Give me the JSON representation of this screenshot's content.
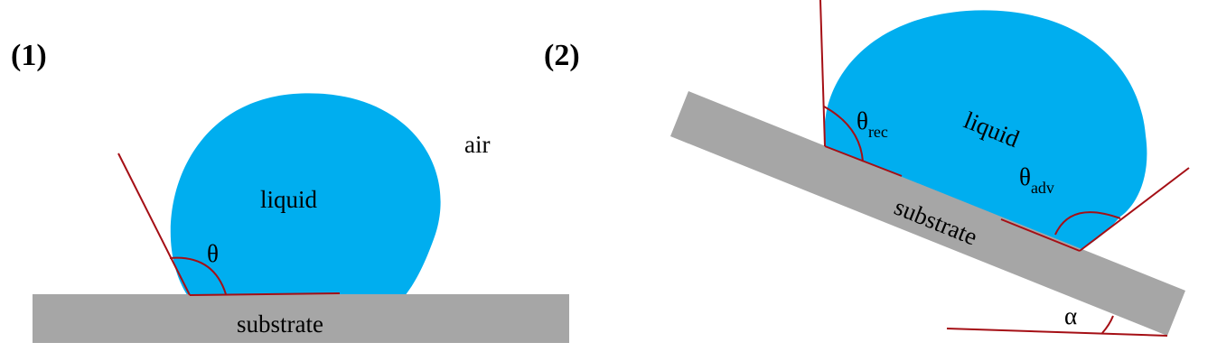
{
  "panels": [
    {
      "label": "(1)",
      "liquid": "liquid",
      "air": "air",
      "substrate": "substrate",
      "angle": "θ"
    },
    {
      "label": "(2)",
      "liquid": "liquid",
      "substrate": "substrate",
      "angle_rec": "θ",
      "angle_rec_sub": "rec",
      "angle_adv": "θ",
      "angle_adv_sub": "adv",
      "tilt": "α"
    }
  ],
  "colors": {
    "liquid": "#00aeef",
    "substrate": "#a6a6a6",
    "line": "#a50f15"
  }
}
